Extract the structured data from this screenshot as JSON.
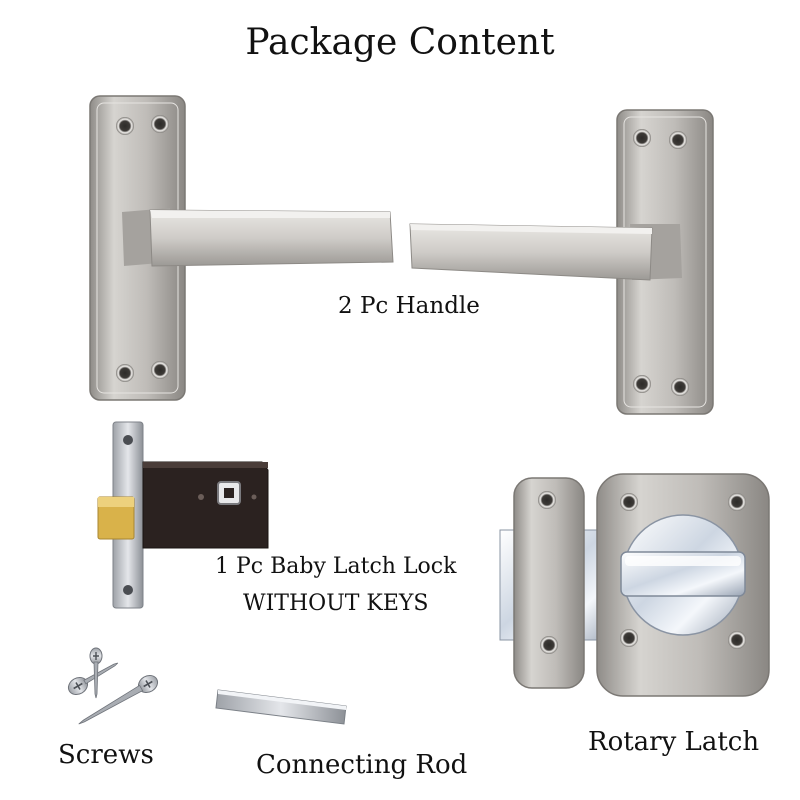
{
  "title": "Package Content",
  "items": {
    "handle": "2 Pc Handle",
    "latch_line1": "1 Pc Baby Latch Lock",
    "latch_line2": "WITHOUT KEYS",
    "screws": "Screws",
    "rod": "Connecting Rod",
    "rotary": "Rotary Latch"
  },
  "colors": {
    "background": "#ffffff",
    "satin_nickel": "#b9b6b2",
    "chrome": "#e8ecf2",
    "latch_body": "#2b2220",
    "brass_bolt": "#d9b24a"
  }
}
